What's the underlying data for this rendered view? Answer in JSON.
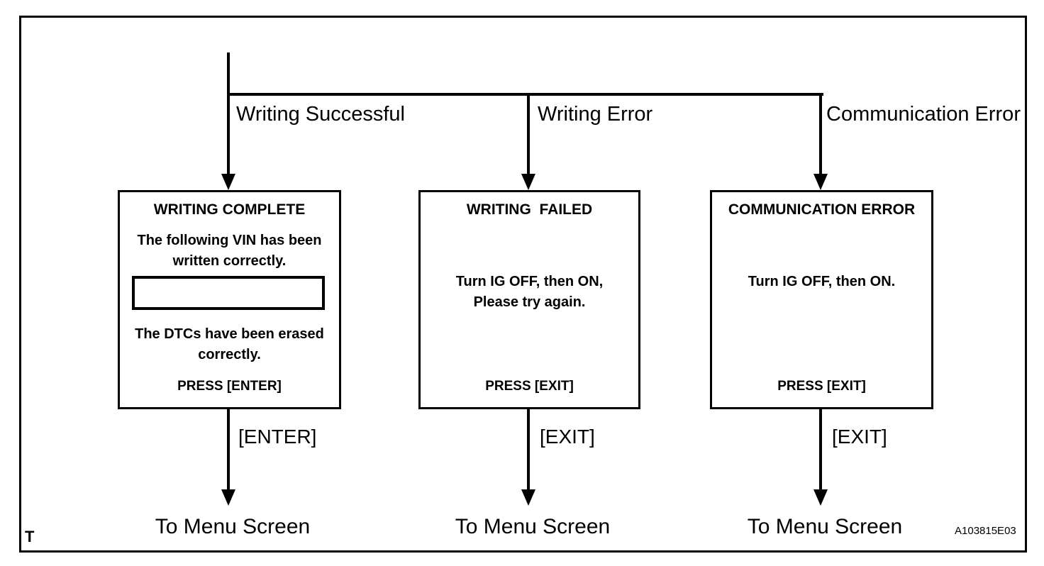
{
  "diagram": {
    "corner_label": "T",
    "figure_code": "A103815E03",
    "colors": {
      "line": "#000000",
      "background": "#ffffff",
      "text": "#000000"
    },
    "branches": [
      {
        "condition": "Writing Successful",
        "screen": {
          "title": "WRITING COMPLETE",
          "message_top": "The following VIN has been\nwritten correctly.",
          "vin_field_value": "",
          "message_bottom": "The DTCs have been erased\ncorrectly.",
          "action": "PRESS [ENTER]"
        },
        "key": "[ENTER]",
        "next": "To Menu Screen"
      },
      {
        "condition": "Writing Error",
        "screen": {
          "title": "WRITING  FAILED",
          "message": "Turn IG OFF, then ON,\nPlease try again.",
          "action": "PRESS [EXIT]"
        },
        "key": "[EXIT]",
        "next": "To Menu Screen"
      },
      {
        "condition": "Communication Error",
        "screen": {
          "title": "COMMUNICATION ERROR",
          "message": "Turn IG OFF, then ON.",
          "action": "PRESS [EXIT]"
        },
        "key": "[EXIT]",
        "next": "To Menu Screen"
      }
    ]
  }
}
